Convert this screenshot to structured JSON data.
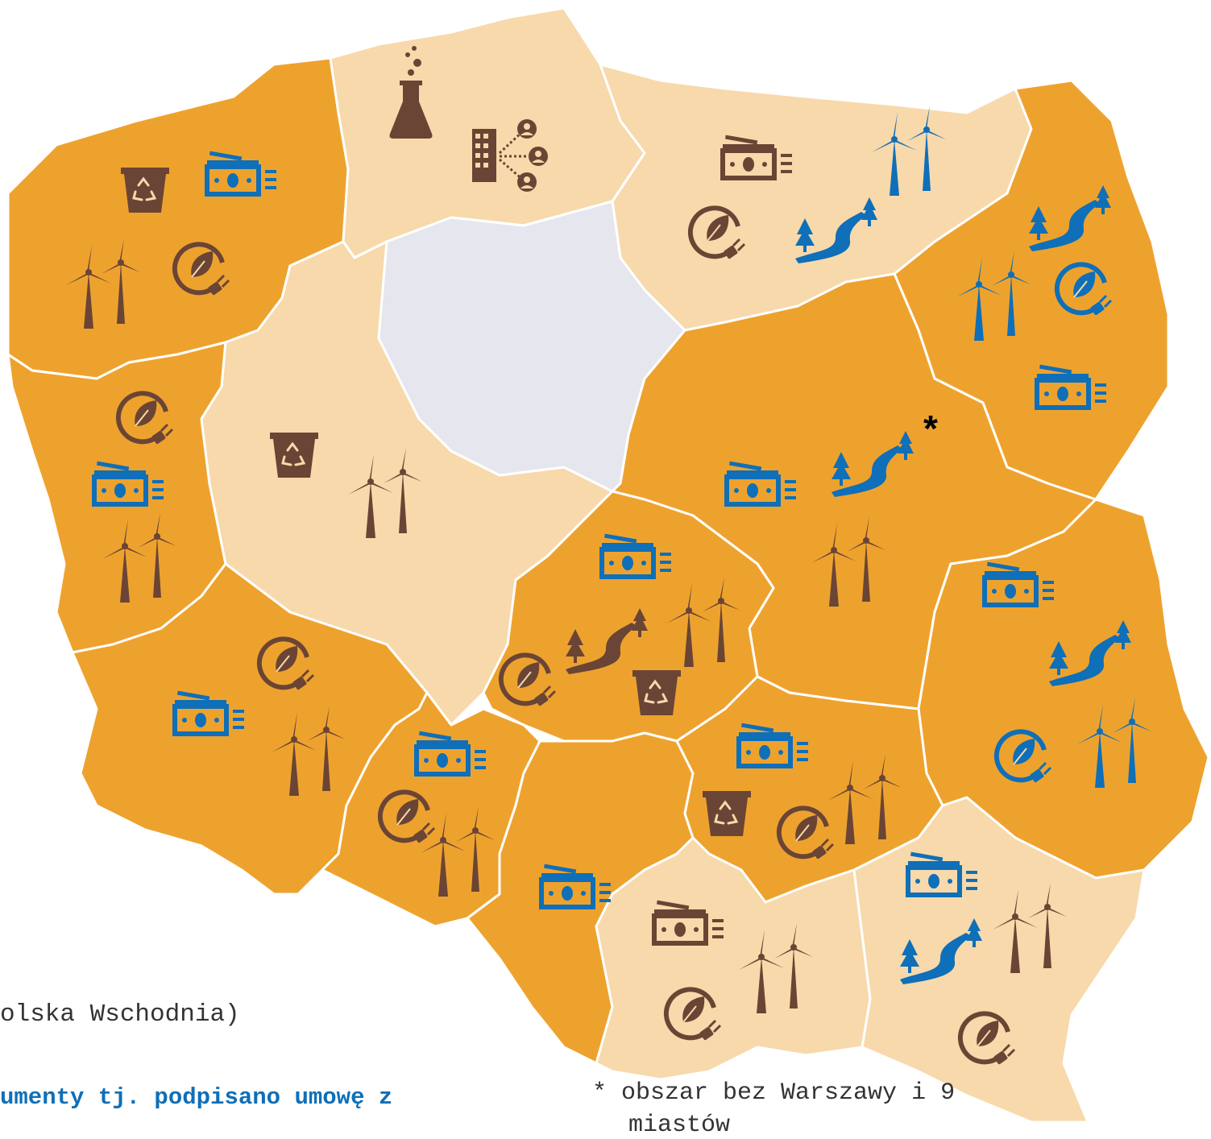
{
  "colors": {
    "active": "#EEA22E",
    "passive": "#F7D9AB",
    "excluded": "#E6E6EE",
    "brown": "#6A4535",
    "blue": "#0F6FB8",
    "border": "#FFFFFF"
  },
  "icon_names": {
    "recycle": "recycle-bin-icon",
    "money": "money-icon",
    "wind": "wind-turbine-icon",
    "energy": "leaf-plug-icon",
    "river": "river-trees-icon",
    "flask": "flask-icon",
    "network": "building-network-icon"
  },
  "regions": [
    {
      "id": "zachodniopomorskie",
      "status": "active",
      "icons": [
        {
          "type": "recycle",
          "color": "brown"
        },
        {
          "type": "money",
          "color": "blue"
        },
        {
          "type": "wind",
          "color": "brown"
        },
        {
          "type": "energy",
          "color": "brown"
        }
      ]
    },
    {
      "id": "pomorskie",
      "status": "passive",
      "icons": [
        {
          "type": "flask",
          "color": "brown"
        },
        {
          "type": "network",
          "color": "brown"
        }
      ]
    },
    {
      "id": "warminsko-mazurskie",
      "status": "passive",
      "icons": [
        {
          "type": "money",
          "color": "brown"
        },
        {
          "type": "wind",
          "color": "blue"
        },
        {
          "type": "energy",
          "color": "brown"
        },
        {
          "type": "river",
          "color": "blue"
        }
      ]
    },
    {
      "id": "podlaskie",
      "status": "active",
      "icons": [
        {
          "type": "river",
          "color": "blue"
        },
        {
          "type": "wind",
          "color": "blue"
        },
        {
          "type": "energy",
          "color": "blue"
        },
        {
          "type": "money",
          "color": "blue"
        }
      ]
    },
    {
      "id": "lubuskie",
      "status": "active",
      "icons": [
        {
          "type": "energy",
          "color": "brown"
        },
        {
          "type": "money",
          "color": "blue"
        },
        {
          "type": "wind",
          "color": "brown"
        }
      ]
    },
    {
      "id": "wielkopolskie",
      "status": "passive",
      "icons": [
        {
          "type": "recycle",
          "color": "brown"
        },
        {
          "type": "wind",
          "color": "brown"
        }
      ]
    },
    {
      "id": "kujawsko-pomorskie",
      "status": "excluded",
      "icons": []
    },
    {
      "id": "mazowieckie",
      "status": "active",
      "marker": "*",
      "icons": [
        {
          "type": "money",
          "color": "blue"
        },
        {
          "type": "river",
          "color": "blue"
        },
        {
          "type": "wind",
          "color": "brown"
        }
      ]
    },
    {
      "id": "lodzkie",
      "status": "active",
      "icons": [
        {
          "type": "money",
          "color": "blue"
        },
        {
          "type": "river",
          "color": "brown"
        },
        {
          "type": "wind",
          "color": "brown"
        },
        {
          "type": "energy",
          "color": "brown"
        },
        {
          "type": "recycle",
          "color": "brown"
        }
      ]
    },
    {
      "id": "lubelskie",
      "status": "active",
      "icons": [
        {
          "type": "money",
          "color": "blue"
        },
        {
          "type": "river",
          "color": "blue"
        },
        {
          "type": "energy",
          "color": "blue"
        },
        {
          "type": "wind",
          "color": "blue"
        }
      ]
    },
    {
      "id": "dolnoslaskie",
      "status": "active",
      "icons": [
        {
          "type": "energy",
          "color": "brown"
        },
        {
          "type": "money",
          "color": "blue"
        },
        {
          "type": "wind",
          "color": "brown"
        }
      ]
    },
    {
      "id": "opolskie",
      "status": "active",
      "icons": [
        {
          "type": "money",
          "color": "blue"
        },
        {
          "type": "energy",
          "color": "brown"
        },
        {
          "type": "wind",
          "color": "brown"
        }
      ]
    },
    {
      "id": "slaskie",
      "status": "active",
      "icons": [
        {
          "type": "money",
          "color": "blue"
        }
      ]
    },
    {
      "id": "swietokrzyskie",
      "status": "active",
      "icons": [
        {
          "type": "money",
          "color": "blue"
        },
        {
          "type": "recycle",
          "color": "brown"
        },
        {
          "type": "wind",
          "color": "brown"
        },
        {
          "type": "energy",
          "color": "brown"
        }
      ]
    },
    {
      "id": "malopolskie",
      "status": "passive",
      "icons": [
        {
          "type": "money",
          "color": "brown"
        },
        {
          "type": "wind",
          "color": "brown"
        },
        {
          "type": "energy",
          "color": "brown"
        }
      ]
    },
    {
      "id": "podkarpackie",
      "status": "passive",
      "icons": [
        {
          "type": "money",
          "color": "blue"
        },
        {
          "type": "river",
          "color": "blue"
        },
        {
          "type": "wind",
          "color": "brown"
        },
        {
          "type": "energy",
          "color": "brown"
        }
      ]
    }
  ],
  "legend": {
    "east_note": "olska Wschodnia)",
    "docs_note": "umenty tj. podpisano umowę z"
  },
  "footnote": {
    "line1": "* obszar bez Warszawy i 9",
    "line2": "miastów"
  }
}
